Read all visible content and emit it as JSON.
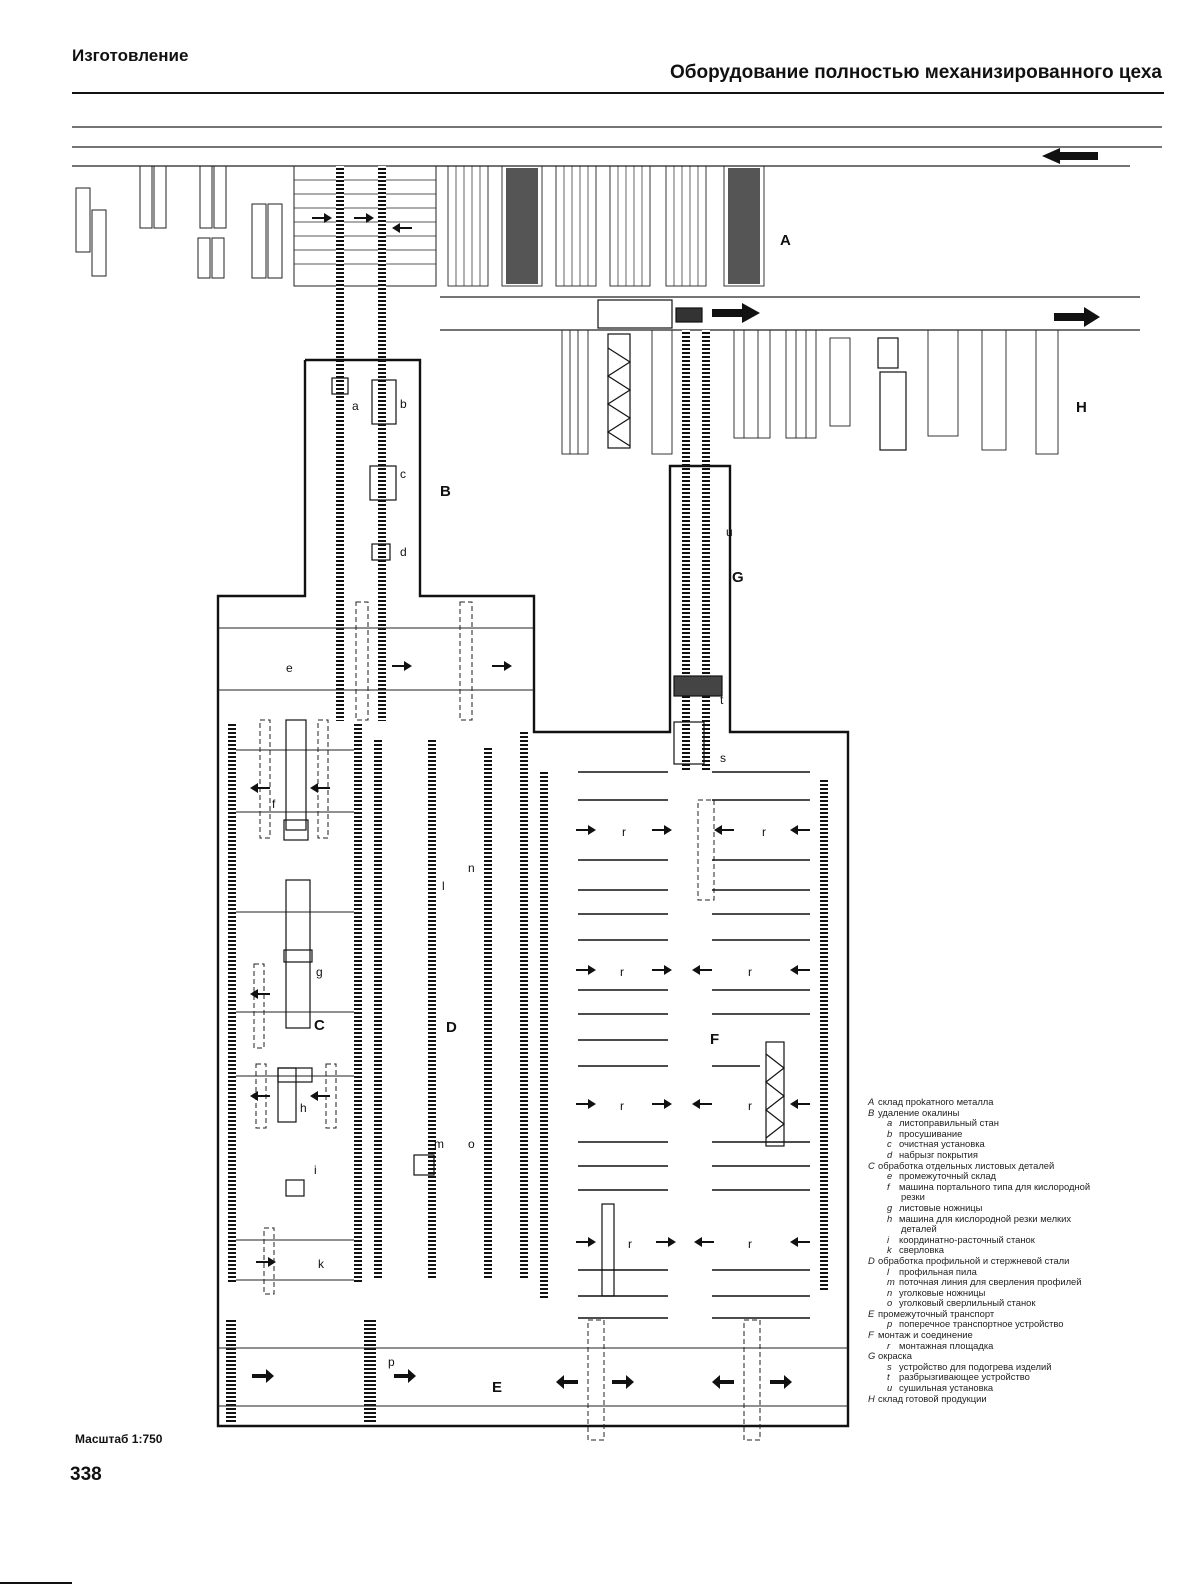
{
  "page": {
    "header_left": "Изготовление",
    "header_right": "Оборудование полностью механизированного цеха",
    "scale": "Масштаб 1:750",
    "page_number": "338"
  },
  "zones": {
    "A": "A",
    "B": "B",
    "C": "C",
    "D": "D",
    "E": "E",
    "F": "F",
    "G": "G",
    "H": "H"
  },
  "stations": {
    "a": "a",
    "b": "b",
    "c": "c",
    "d": "d",
    "e": "e",
    "f": "f",
    "g": "g",
    "h": "h",
    "i": "i",
    "k": "k",
    "l": "l",
    "m": "m",
    "n": "n",
    "o": "o",
    "p": "p",
    "r": "r",
    "s": "s",
    "t": "t",
    "u": "u"
  },
  "legend": [
    {
      "key": "A",
      "text": "склад проkатного металла",
      "level": 0
    },
    {
      "key": "B",
      "text": "удаление окалины",
      "level": 0
    },
    {
      "key": "a",
      "text": "листоправильный стан",
      "level": 1
    },
    {
      "key": "b",
      "text": "просушивание",
      "level": 1
    },
    {
      "key": "c",
      "text": "очистная установка",
      "level": 1
    },
    {
      "key": "d",
      "text": "набрызг покрытия",
      "level": 1
    },
    {
      "key": "C",
      "text": "обработка отдельных листовых деталей",
      "level": 0
    },
    {
      "key": "e",
      "text": "промежуточный склад",
      "level": 1
    },
    {
      "key": "f",
      "text": "машина портального типа для кислородной",
      "level": 1
    },
    {
      "key": "",
      "text": "резки",
      "level": 2
    },
    {
      "key": "g",
      "text": "листовые ножницы",
      "level": 1
    },
    {
      "key": "h",
      "text": "машина для кислородной резки мелких",
      "level": 1
    },
    {
      "key": "",
      "text": "деталей",
      "level": 2
    },
    {
      "key": "i",
      "text": "координатно-расточный станок",
      "level": 1
    },
    {
      "key": "k",
      "text": "сверловка",
      "level": 1
    },
    {
      "key": "D",
      "text": "обработка профильной и стержневой стали",
      "level": 0
    },
    {
      "key": "l",
      "text": "профильная пила",
      "level": 1
    },
    {
      "key": "m",
      "text": "поточная линия для сверления профилей",
      "level": 1
    },
    {
      "key": "n",
      "text": "уголковые ножницы",
      "level": 1
    },
    {
      "key": "o",
      "text": "уголковый сверлильный станок",
      "level": 1
    },
    {
      "key": "E",
      "text": "промежуточный транспорт",
      "level": 0
    },
    {
      "key": "p",
      "text": "поперечное транспортное устройство",
      "level": 1
    },
    {
      "key": "F",
      "text": "монтаж и соединение",
      "level": 0
    },
    {
      "key": "r",
      "text": "монтажная площадка",
      "level": 1
    },
    {
      "key": "G",
      "text": "окраска",
      "level": 0
    },
    {
      "key": "s",
      "text": "устройство для подогрева изделий",
      "level": 1
    },
    {
      "key": "t",
      "text": "разбрызгивающее устройство",
      "level": 1
    },
    {
      "key": "u",
      "text": "сушильная установка",
      "level": 1
    },
    {
      "key": "H",
      "text": "склад готовой продукции",
      "level": 0
    }
  ]
}
